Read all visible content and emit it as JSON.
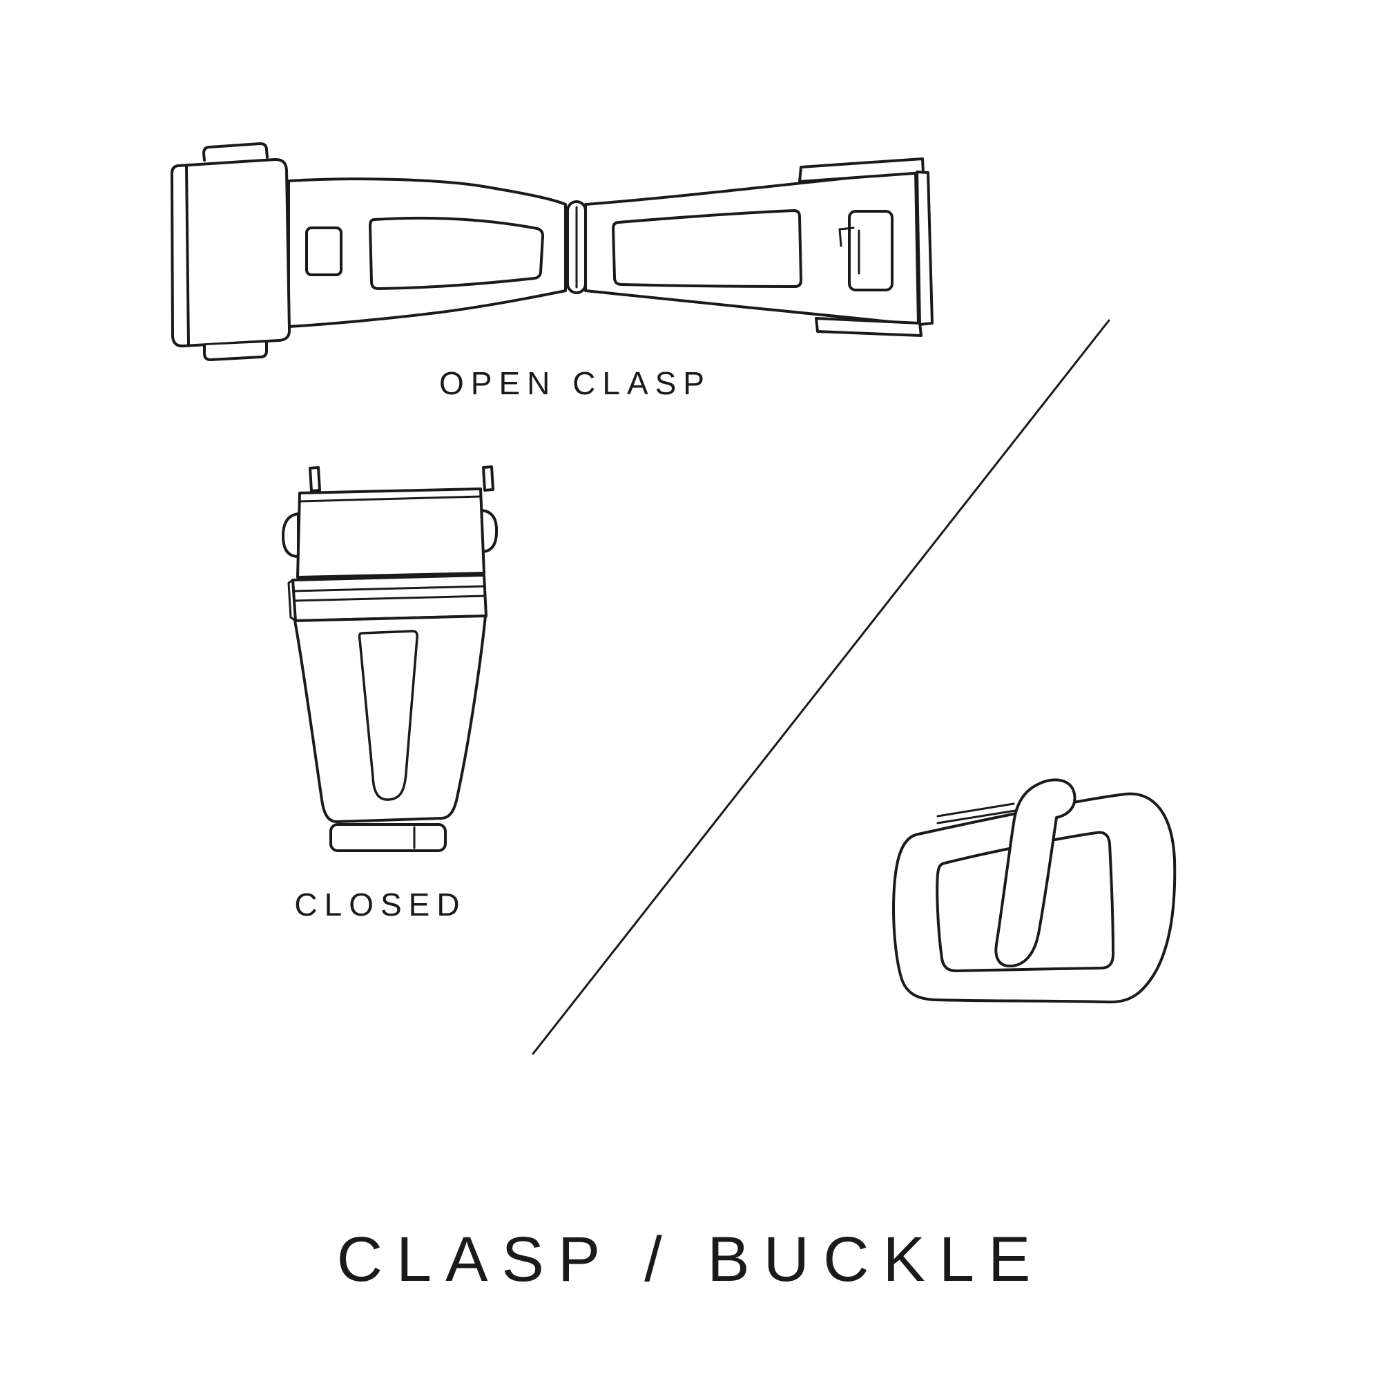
{
  "colors": {
    "ink": "#1a1a1a",
    "background": "#ffffff"
  },
  "labels": {
    "open_clasp": "OPEN CLASP",
    "closed": "CLOSED",
    "title": "CLASP / BUCKLE"
  }
}
